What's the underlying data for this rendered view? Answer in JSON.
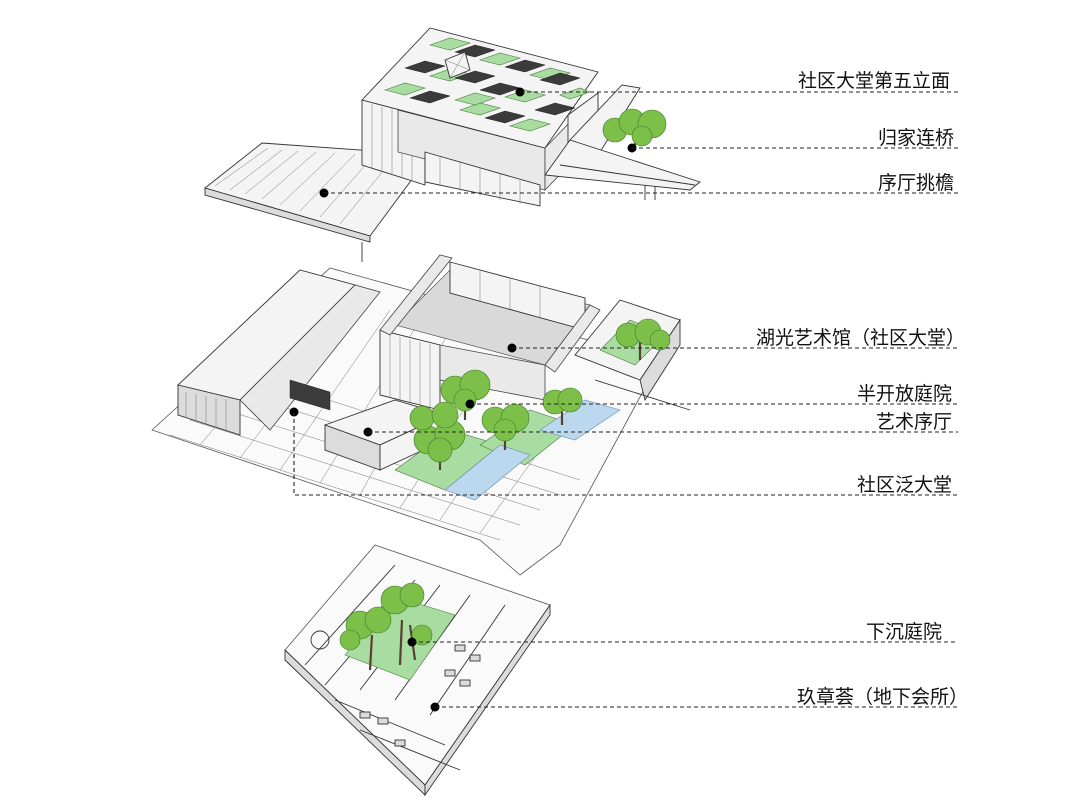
{
  "labels": [
    {
      "id": "l1",
      "text": "社区大堂第五立面"
    },
    {
      "id": "l2",
      "text": "归家连桥"
    },
    {
      "id": "l3",
      "text": "序厅挑檐"
    },
    {
      "id": "l4",
      "text": "湖光艺术馆（社区大堂）"
    },
    {
      "id": "l5",
      "text": "半开放庭院"
    },
    {
      "id": "l6",
      "text": "艺术序厅"
    },
    {
      "id": "l7",
      "text": "社区泛大堂"
    },
    {
      "id": "l8",
      "text": "下沉庭院"
    },
    {
      "id": "l9",
      "text": "玖章荟（地下会所）"
    }
  ],
  "colors": {
    "leader": "#222222",
    "roof_green": "#a9dca0",
    "solar_panel": "#3b3b3b",
    "tree": "#7cc04a",
    "water": "#bcd8ee"
  }
}
